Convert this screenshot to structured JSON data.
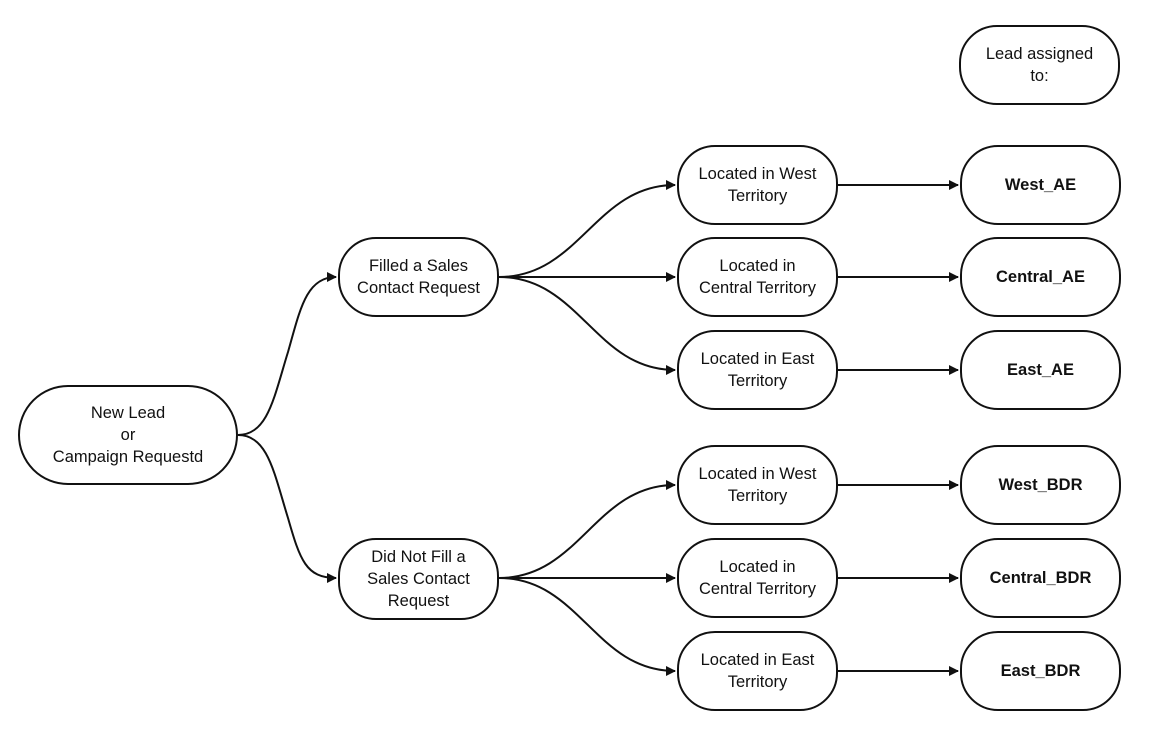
{
  "diagram": {
    "header": {
      "label": "Lead assigned\nto:"
    },
    "root": {
      "label": "New Lead\nor\nCampaign Requestd"
    },
    "branches": [
      {
        "label": "Filled a Sales\nContact Request",
        "territories": [
          {
            "label": "Located in West\nTerritory",
            "assignee": "West_AE"
          },
          {
            "label": "Located in\nCentral Territory",
            "assignee": "Central_AE"
          },
          {
            "label": "Located in East\nTerritory",
            "assignee": "East_AE"
          }
        ]
      },
      {
        "label": "Did Not Fill a\nSales Contact\nRequest",
        "territories": [
          {
            "label": "Located in West\nTerritory",
            "assignee": "West_BDR"
          },
          {
            "label": "Located in\nCentral Territory",
            "assignee": "Central_BDR"
          },
          {
            "label": "Located in East\nTerritory",
            "assignee": "East_BDR"
          }
        ]
      }
    ],
    "colors": {
      "stroke": "#111111",
      "fill": "#ffffff",
      "text": "#111111"
    }
  }
}
